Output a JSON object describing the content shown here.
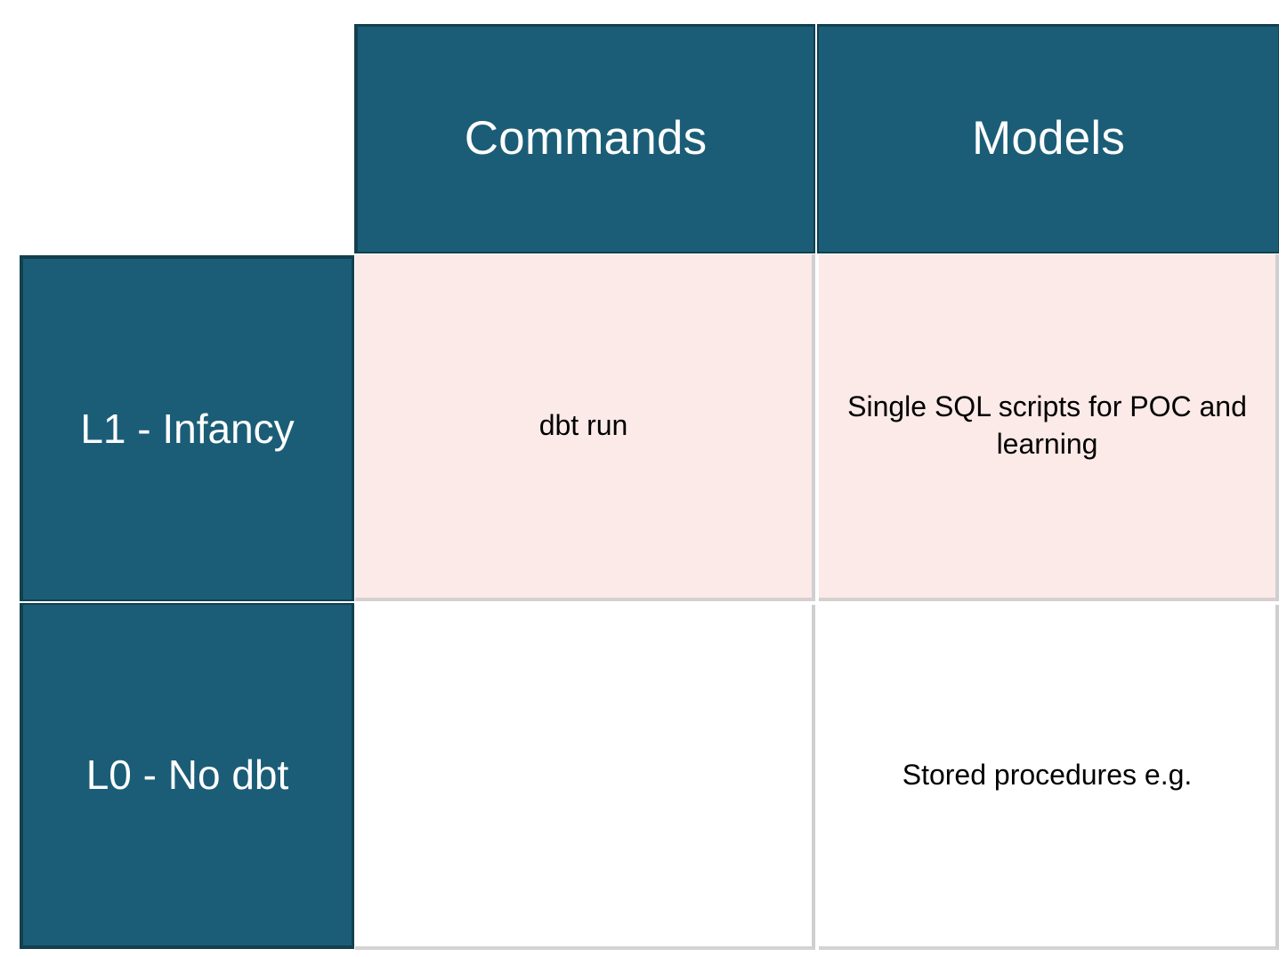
{
  "matrix": {
    "corner_label": "",
    "column_headers": [
      {
        "label": "Commands"
      },
      {
        "label": "Models"
      }
    ],
    "rows": [
      {
        "header": "L1 - Infancy",
        "cells": [
          {
            "text": "dbt run"
          },
          {
            "text": "Single SQL scripts for POC and learning"
          }
        ]
      },
      {
        "header": "L0 - No dbt",
        "cells": [
          {
            "text": ""
          },
          {
            "text": "Stored procedures e.g."
          }
        ]
      }
    ]
  },
  "colors": {
    "header_fill": "#1b5d77",
    "header_border": "#12404f",
    "header_text": "#ffffff",
    "row_highlight_fill": "#fbeae7",
    "row_plain_fill": "#ffffff",
    "cell_border": "#cfcfd1",
    "body_text": "#000000",
    "page_background": "#ffffff"
  }
}
